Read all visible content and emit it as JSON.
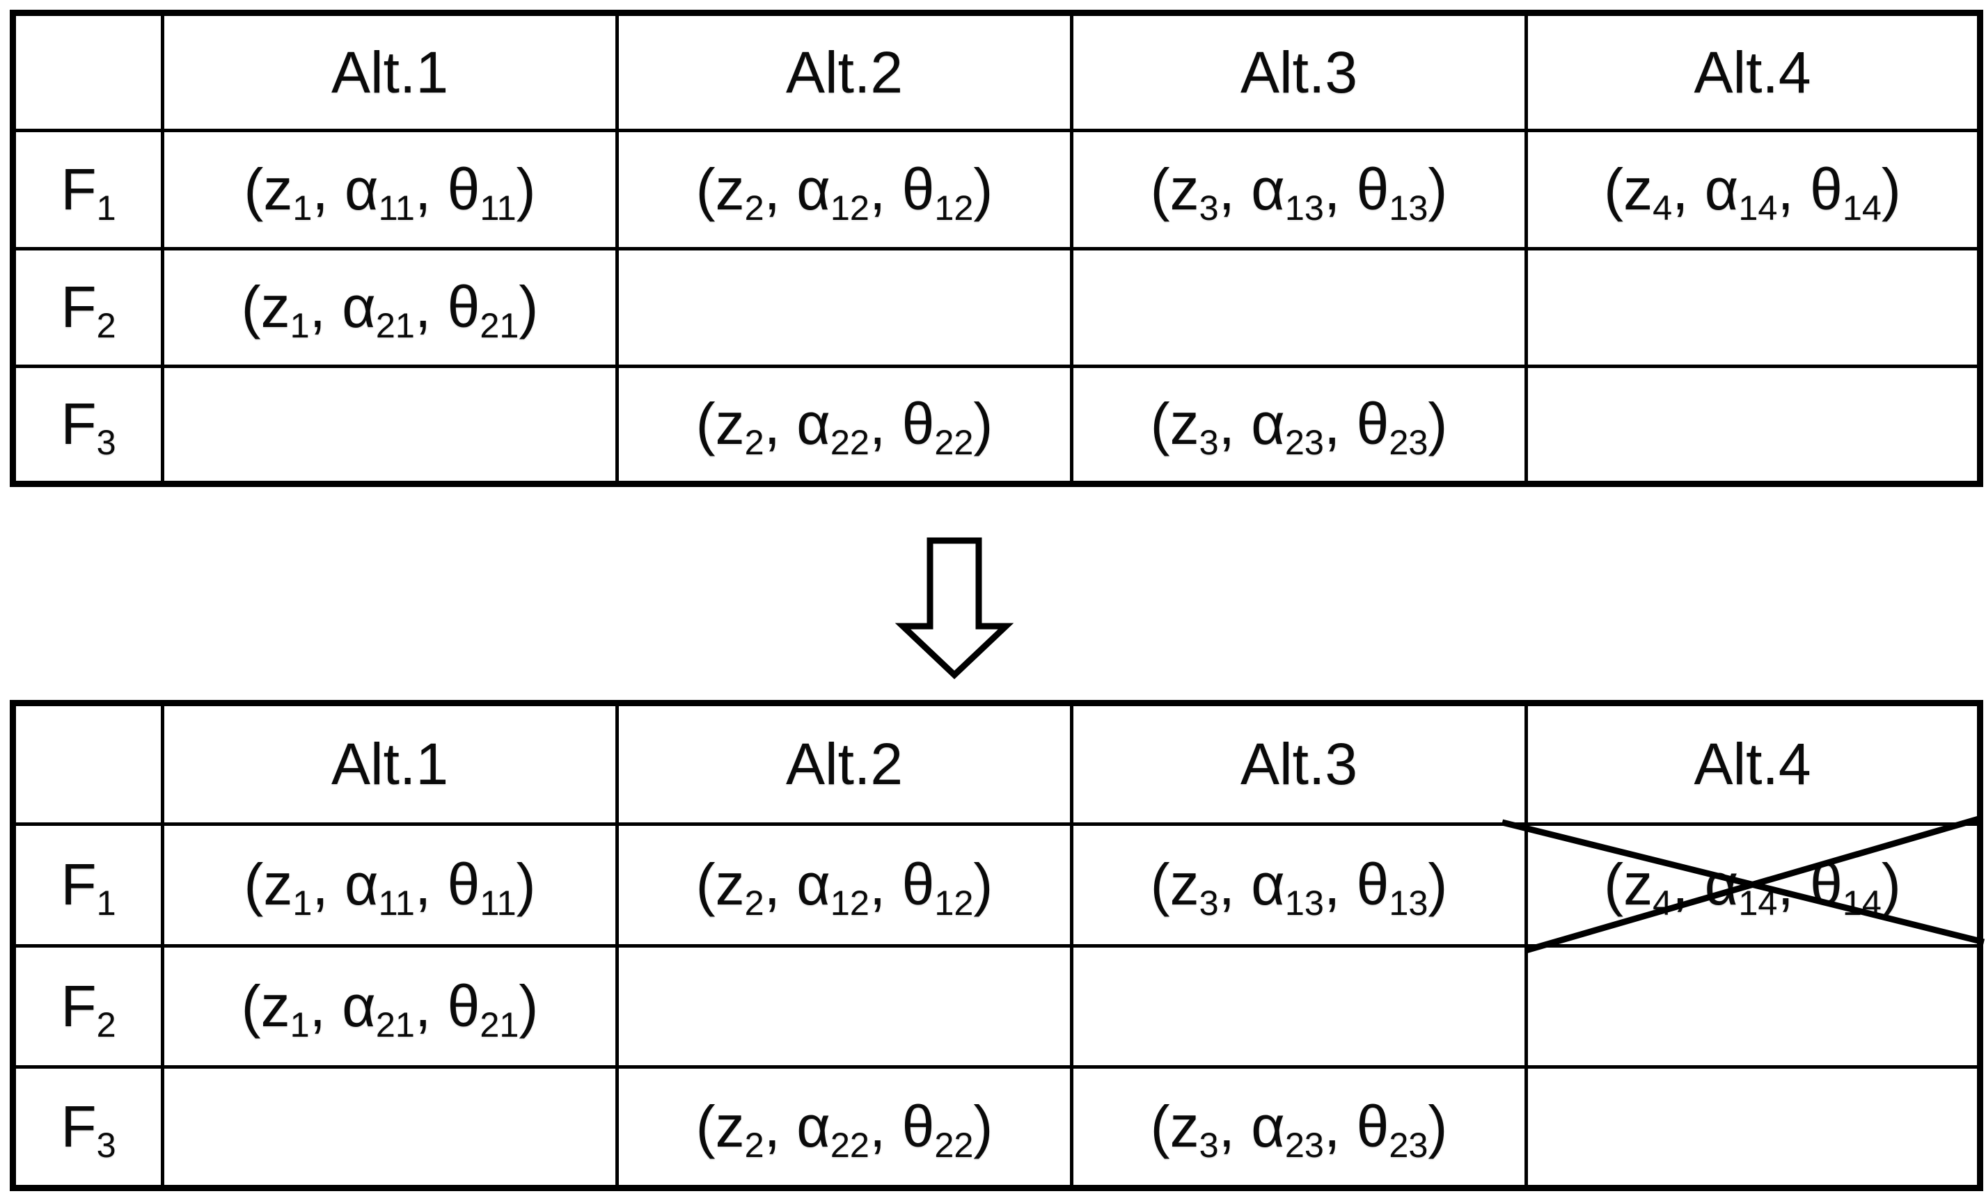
{
  "page": {
    "background_color": "#ffffff",
    "line_color": "#000000",
    "text_color": "#0a0a0a"
  },
  "icons": {
    "arrow": "block-down-arrow-icon",
    "cross": "x-cross-out-icon"
  },
  "tables": {
    "top": {
      "columns": [
        "",
        "Alt.1",
        "Alt.2",
        "Alt.3",
        "Alt.4"
      ],
      "rows": [
        {
          "label": "F_1",
          "cells": [
            "(z_1, α_11, θ_11)",
            "(z_2, α_12, θ_12)",
            "(z_3, α_13, θ_13)",
            "(z_4, α_14, θ_14)"
          ]
        },
        {
          "label": "F_2",
          "cells": [
            "(z_1, α_21, θ_21)",
            "",
            "",
            ""
          ]
        },
        {
          "label": "F_3",
          "cells": [
            "",
            "(z_2, α_22, θ_22)",
            "(z_3, α_23, θ_23)",
            ""
          ]
        }
      ]
    },
    "bottom": {
      "columns": [
        "",
        "Alt.1",
        "Alt.2",
        "Alt.3",
        "Alt.4"
      ],
      "rows": [
        {
          "label": "F_1",
          "cells": [
            "(z_1, α_11, θ_11)",
            "(z_2, α_12, θ_12)",
            "(z_3, α_13, θ_13)",
            "(z_4, α_14, θ_14)"
          ]
        },
        {
          "label": "F_2",
          "cells": [
            "(z_1, α_21, θ_21)",
            "",
            "",
            ""
          ]
        },
        {
          "label": "F_3",
          "cells": [
            "",
            "(z_2, α_22, θ_22)",
            "(z_3, α_23, θ_23)",
            ""
          ]
        }
      ],
      "crossed_out_cell": {
        "row": "F_1",
        "column": "Alt.4",
        "value": "(z_4, α_14, θ_14)"
      }
    }
  }
}
